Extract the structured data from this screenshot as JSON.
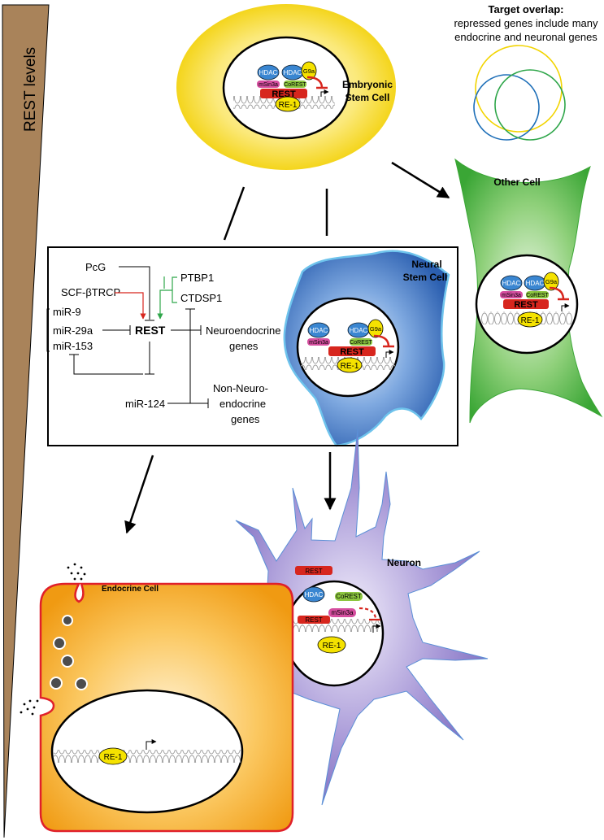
{
  "rest_levels_axis": {
    "label": "REST levels"
  },
  "target_overlap": {
    "title": "Target overlap:",
    "line1": "repressed genes include many",
    "line2": "endocrine and neuronal genes",
    "colors": [
      "#f2d400",
      "#1e6fb8",
      "#2fa64a"
    ]
  },
  "embryonic_stem_cell": {
    "label_line1": "Embryonic",
    "label_line2": "Stem Cell",
    "complex": {
      "hdac1": "HDAC",
      "hdac2": "HDAC",
      "msin3a": "mSin3a",
      "corest": "CoREST",
      "g9a": "G9a",
      "rest": "REST",
      "re1": "RE-1"
    }
  },
  "other_cell": {
    "label": "Other Cell",
    "complex": {
      "hdac1": "HDAC",
      "hdac2": "HDAC",
      "msin3a": "mSin3a",
      "corest": "CoREST",
      "g9a": "G9a",
      "rest": "REST",
      "re1": "RE-1"
    }
  },
  "neural_stem_cell": {
    "label_line1": "Neural",
    "label_line2": "Stem Cell",
    "complex": {
      "hdac1": "HDAC",
      "hdac2": "HDAC",
      "msin3a": "mSin3a",
      "corest": "CoREST",
      "g9a": "G9a",
      "rest": "REST",
      "re1": "RE-1"
    }
  },
  "regulation_box": {
    "pcg": "PcG",
    "scf": "SCF-βTRCP",
    "ptbp1": "PTBP1",
    "ctdsp1": "CTDSP1",
    "mir9": "miR-9",
    "mir29a": "miR-29a",
    "mir153": "miR-153",
    "rest": "REST",
    "neuroendocrine_line1": "Neuroendocrine",
    "neuroendocrine_line2": "genes",
    "mir124": "miR-124",
    "nonneuro_line1": "Non-Neuro-",
    "nonneuro_line2": "endocrine",
    "nonneuro_line3": "genes"
  },
  "neuron": {
    "label": "Neuron",
    "rest_cytoplasm": "REST",
    "hdac": "HDAC",
    "corest": "CoREST",
    "msin3a": "mSin3a",
    "rest_nucleus": "REST",
    "re1": "RE-1"
  },
  "endocrine_cell": {
    "label": "Endocrine Cell",
    "re1": "RE-1"
  },
  "colors": {
    "embryonic": "#f2d000",
    "other": "#3fae3a",
    "neural": "#3d76c0",
    "neuron": "#8a7ac8",
    "endocrine": "#f4a81c",
    "rest_red": "#d7261e",
    "re1_yellow": "#f5e200",
    "hdac_blue": "#3a86d1",
    "msin3a_pink": "#d54e9f",
    "corest_green": "#8cc63f",
    "wedge": "#a9835a"
  }
}
